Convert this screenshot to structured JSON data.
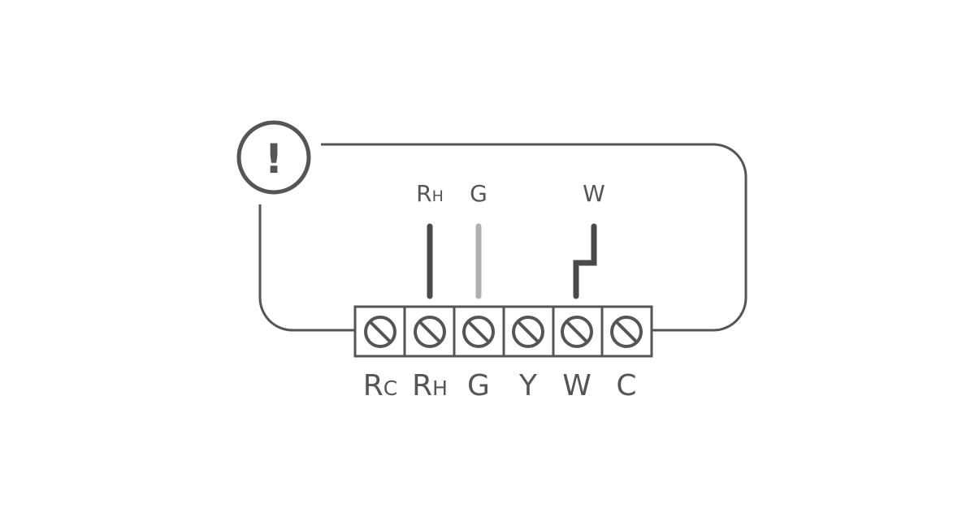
{
  "diagram": {
    "alert_symbol": "!",
    "wire_labels": [
      {
        "main": "R",
        "sub": "H"
      },
      {
        "main": "G",
        "sub": ""
      },
      {
        "main": "W",
        "sub": ""
      }
    ],
    "terminals": [
      {
        "main": "R",
        "sub": "C"
      },
      {
        "main": "R",
        "sub": "H"
      },
      {
        "main": "G",
        "sub": ""
      },
      {
        "main": "Y",
        "sub": ""
      },
      {
        "main": "W",
        "sub": ""
      },
      {
        "main": "C",
        "sub": ""
      }
    ],
    "colors": {
      "stroke": "#555555",
      "wire_dark": "#4a4a4a",
      "wire_light": "#b0b0b0",
      "text": "#555555"
    }
  }
}
